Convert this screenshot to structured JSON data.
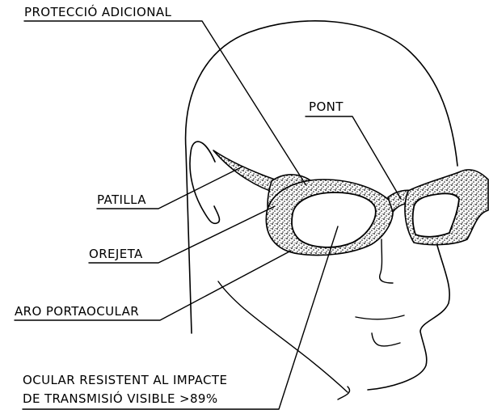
{
  "labels": {
    "proteccio": "PROTECCIÓ ADICIONAL",
    "pont": "PONT",
    "patilla": "PATILLA",
    "orejeta": "OREJETA",
    "aro": "ARO PORTAOCULAR",
    "ocular_line1": "OCULAR RESISTENT AL IMPACTE",
    "ocular_line2": "DE TRANSMISIÓ VISIBLE >89%"
  }
}
